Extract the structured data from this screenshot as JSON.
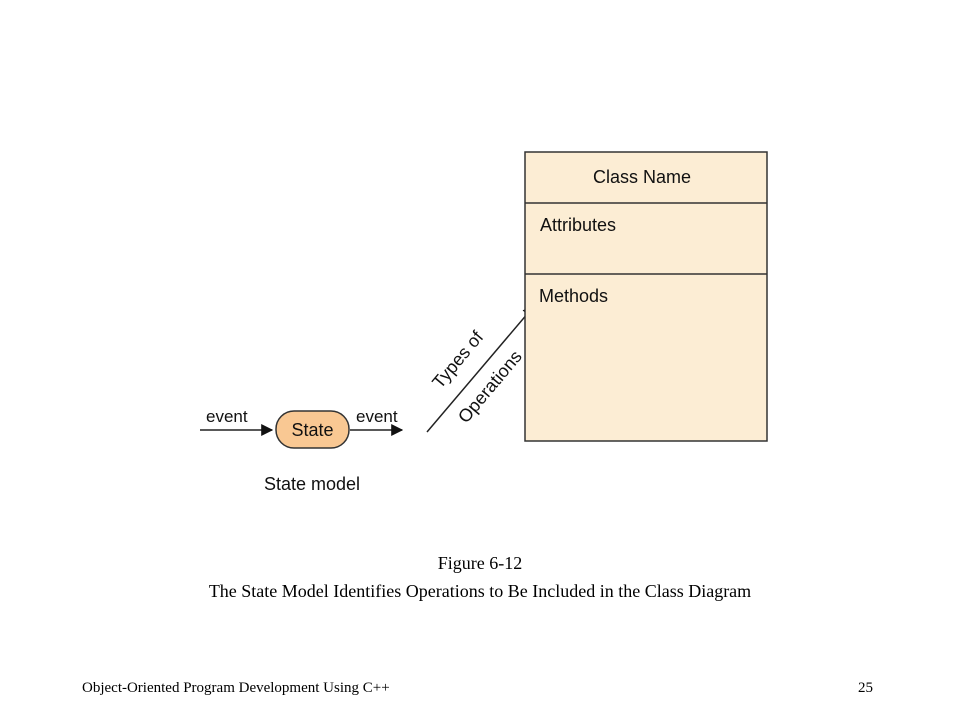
{
  "diagram": {
    "event_in_label": "event",
    "state_label": "State",
    "event_out_label": "event",
    "state_model_label": "State model",
    "operations_label_line1": "Types of",
    "operations_label_line2": "Operations",
    "class_box": {
      "name": "Class Name",
      "attributes": "Attributes",
      "methods": "Methods"
    },
    "colors": {
      "box_fill": "#fcedd4",
      "state_fill": "#f9c893",
      "stroke": "#333333"
    }
  },
  "caption": {
    "figure_number": "Figure 6-12",
    "title": "The State Model Identifies Operations to Be Included in the Class Diagram"
  },
  "footer": {
    "course_title": "Object-Oriented Program Development Using C++",
    "page_number": "25"
  }
}
